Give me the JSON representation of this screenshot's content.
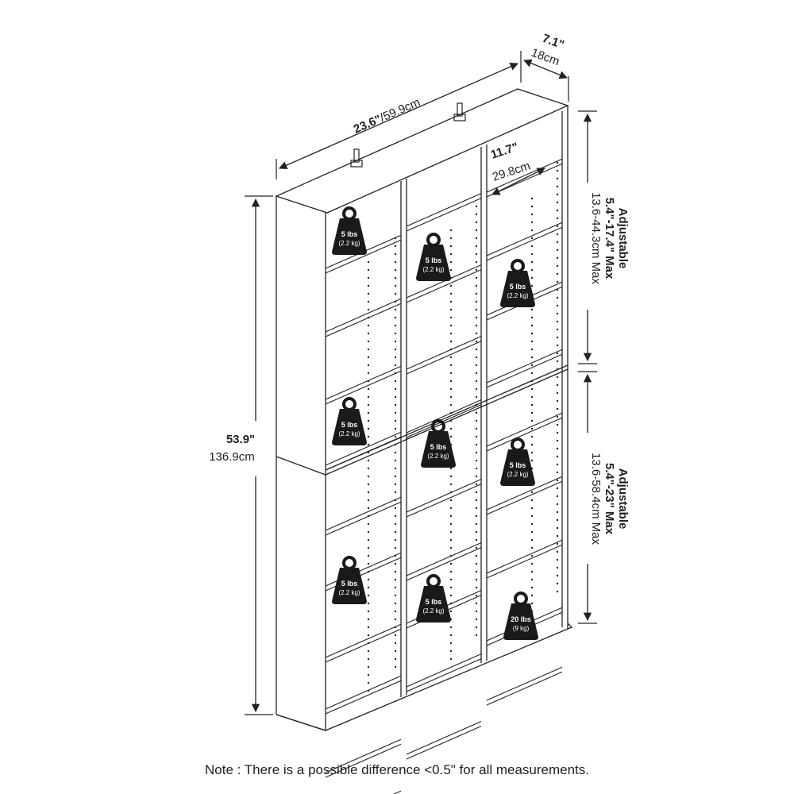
{
  "dimensions": {
    "width_in": "23.6\"",
    "width_cm": "/59.9cm",
    "depth_in": "7.1\"",
    "depth_cm": "18cm",
    "shelf_depth_in": "11.7\"",
    "shelf_depth_cm": "29.8cm",
    "height_in": "53.9\"",
    "height_cm": "136.9cm"
  },
  "adjustable_upper": {
    "title": "Adjustable",
    "range_in": "5.4\"-17.4\" Max",
    "range_cm": "13.6-44.3cm Max"
  },
  "adjustable_lower": {
    "title": "Adjustable",
    "range_in": "5.4\"-23\" Max",
    "range_cm": "13.6-58.4cm Max"
  },
  "weights": [
    {
      "lbs": "5 lbs",
      "kg": "(2.2 kg)"
    },
    {
      "lbs": "5 lbs",
      "kg": "(2.2 kg)"
    },
    {
      "lbs": "5 lbs",
      "kg": "(2.2 kg)"
    },
    {
      "lbs": "5 lbs",
      "kg": "(2.2 kg)"
    },
    {
      "lbs": "5 lbs",
      "kg": "(2.2 kg)"
    },
    {
      "lbs": "5 lbs",
      "kg": "(2.2 kg)"
    },
    {
      "lbs": "5 lbs",
      "kg": "(2.2 kg)"
    },
    {
      "lbs": "5 lbs",
      "kg": "(2.2 kg)"
    },
    {
      "lbs": "20 lbs",
      "kg": "(9 kg)"
    }
  ],
  "note": "Note : There is a possible difference <0.5\" for all measurements.",
  "colors": {
    "line": "#222222",
    "weight_fill": "#1a1a1a"
  }
}
